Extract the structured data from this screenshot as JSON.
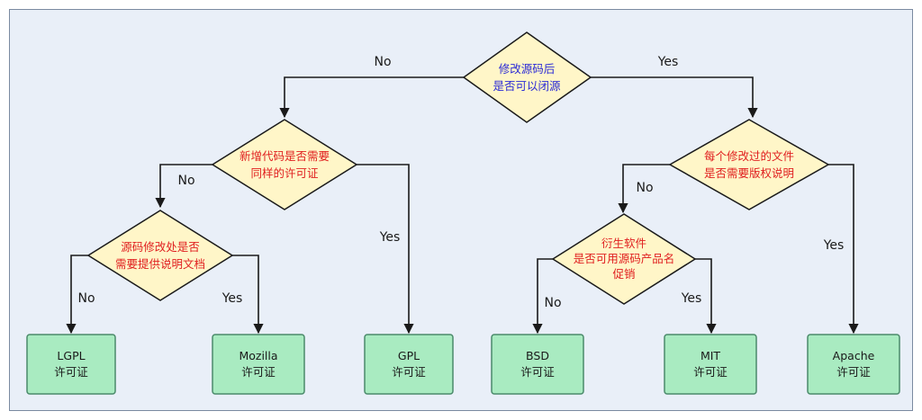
{
  "colors": {
    "background": "#e9eff8",
    "diamond_fill": "#fff6c8",
    "leaf_fill": "#a9ebc1",
    "leaf_border": "#4a8a6a",
    "root_text": "#2b2bd6",
    "question_text": "#e02020",
    "line": "#1a1a1a"
  },
  "root": {
    "line1": "修改源码后",
    "line2": "是否可以闭源"
  },
  "q_left": {
    "line1": "新增代码是否需要",
    "line2": "同样的许可证"
  },
  "q_left_left": {
    "line1": "源码修改处是否",
    "line2": "需要提供说明文档"
  },
  "q_right": {
    "line1": "每个修改过的文件",
    "line2": "是否需要版权说明"
  },
  "q_right_left": {
    "line1": "衍生软件",
    "line2": "是否可用源码产品名",
    "line3": "促销"
  },
  "edges": {
    "root_no": "No",
    "root_yes": "Yes",
    "left_no": "No",
    "left_yes": "Yes",
    "left_left_no": "No",
    "left_left_yes": "Yes",
    "right_no": "No",
    "right_yes": "Yes",
    "right_left_no": "No",
    "right_left_yes": "Yes"
  },
  "leaves": {
    "lgpl": {
      "name": "LGPL",
      "sub": "许可证"
    },
    "mozilla": {
      "name": "Mozilla",
      "sub": "许可证"
    },
    "gpl": {
      "name": "GPL",
      "sub": "许可证"
    },
    "bsd": {
      "name": "BSD",
      "sub": "许可证"
    },
    "mit": {
      "name": "MIT",
      "sub": "许可证"
    },
    "apache": {
      "name": "Apache",
      "sub": "许可证"
    }
  }
}
